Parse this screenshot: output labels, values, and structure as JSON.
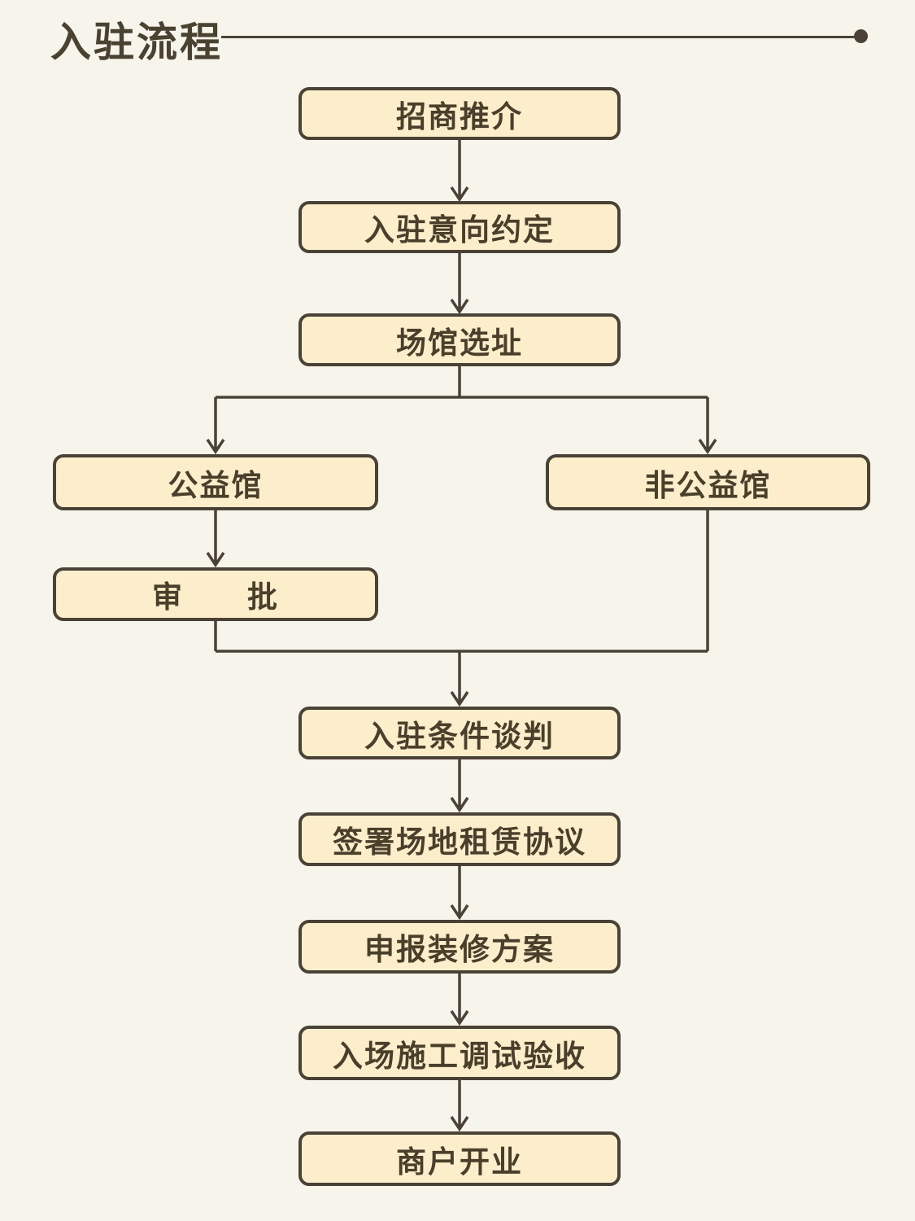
{
  "page": {
    "title": "入驻流程",
    "background_color": "#f7f4eb"
  },
  "style": {
    "box_fill": "#fceecb",
    "box_border": "#4a4236",
    "text_color": "#493f2b",
    "line_color": "#4a4236"
  },
  "flow": {
    "nodes": [
      {
        "id": "n1",
        "label": "招商推介"
      },
      {
        "id": "n2",
        "label": "入驻意向约定"
      },
      {
        "id": "n3",
        "label": "场馆选址"
      },
      {
        "id": "n4",
        "label": "公益馆"
      },
      {
        "id": "n5",
        "label": "非公益馆"
      },
      {
        "id": "n6",
        "label": "审　　批"
      },
      {
        "id": "n7",
        "label": "入驻条件谈判"
      },
      {
        "id": "n8",
        "label": "签署场地租赁协议"
      },
      {
        "id": "n9",
        "label": "申报装修方案"
      },
      {
        "id": "n10",
        "label": "入场施工调试验收"
      },
      {
        "id": "n11",
        "label": "商户开业"
      }
    ],
    "edges": [
      {
        "from": "招商推介",
        "to": "入驻意向约定"
      },
      {
        "from": "入驻意向约定",
        "to": "场馆选址"
      },
      {
        "from": "场馆选址",
        "to": "公益馆"
      },
      {
        "from": "场馆选址",
        "to": "非公益馆"
      },
      {
        "from": "公益馆",
        "to": "审批"
      },
      {
        "from": "审批",
        "to": "入驻条件谈判"
      },
      {
        "from": "非公益馆",
        "to": "入驻条件谈判"
      },
      {
        "from": "入驻条件谈判",
        "to": "签署场地租赁协议"
      },
      {
        "from": "签署场地租赁协议",
        "to": "申报装修方案"
      },
      {
        "from": "申报装修方案",
        "to": "入场施工调试验收"
      },
      {
        "from": "入场施工调试验收",
        "to": "商户开业"
      }
    ]
  }
}
